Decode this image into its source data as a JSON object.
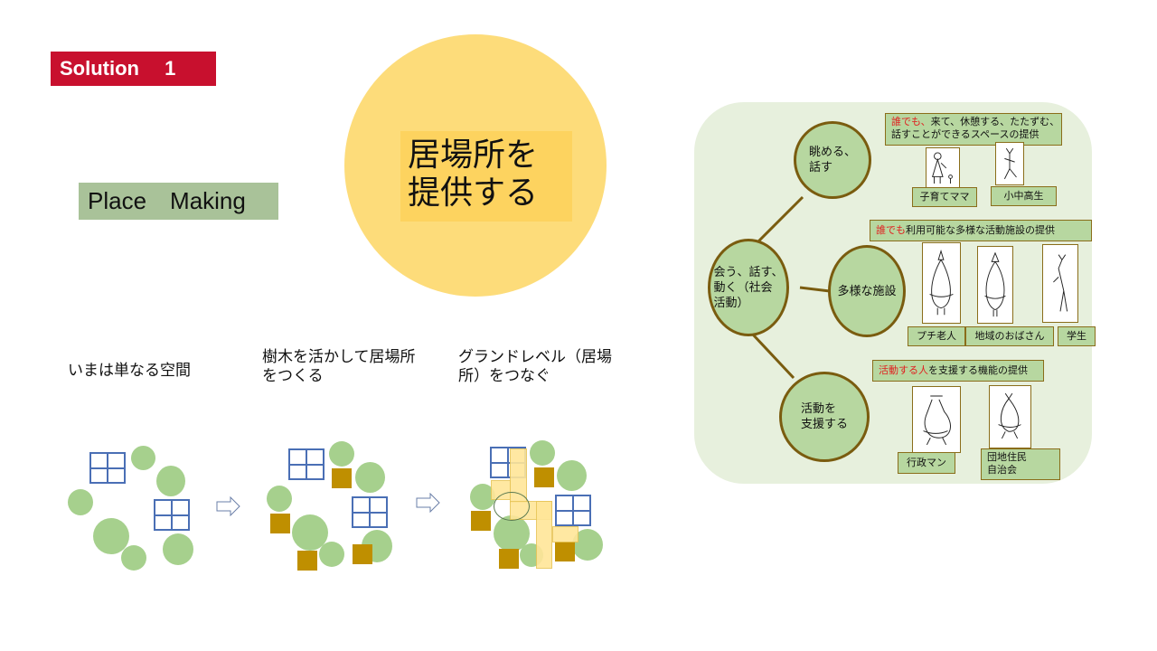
{
  "badge": "Solution　 1",
  "subtitle": "Place　Making",
  "center": {
    "line1": "居場所を",
    "line2": "提供する"
  },
  "steps": [
    {
      "line1": "いまは単なる空間",
      "line2": ""
    },
    {
      "line1": "樹木を活かして居場所",
      "line2": "をつくる"
    },
    {
      "line1": "グランドレベル（居場",
      "line2": "所）をつなぐ"
    }
  ],
  "diagram": {
    "root": {
      "line1": "会う、話す、",
      "line2": "動く（社会",
      "line3": "活動）"
    },
    "branches": [
      {
        "node": {
          "line1": "眺める、",
          "line2": "話す"
        },
        "desc": {
          "red": "誰でも、",
          "line1": "来て、休憩する、たたずむ、",
          "line2": "話すことができるスペースの提供"
        },
        "people": [
          "子育てママ",
          "小中高生"
        ]
      },
      {
        "node": {
          "line1": "多様な施設"
        },
        "desc": {
          "red": "誰でも",
          "line1": "利用可能な多様な活動施設の提供"
        },
        "people": [
          "プチ老人",
          "地域のおばさん",
          "学生"
        ]
      },
      {
        "node": {
          "line1": "活動を",
          "line2": "支援する"
        },
        "desc": {
          "red": "活動する人",
          "line1": "を支援する機能の提供"
        },
        "people": [
          "行政マン",
          "団地住民",
          "自治会"
        ]
      }
    ]
  },
  "colors": {
    "badge": "#c8102e",
    "sun": "#fddc7a",
    "node": "#b7d7a0",
    "border": "#7a5c0f"
  }
}
